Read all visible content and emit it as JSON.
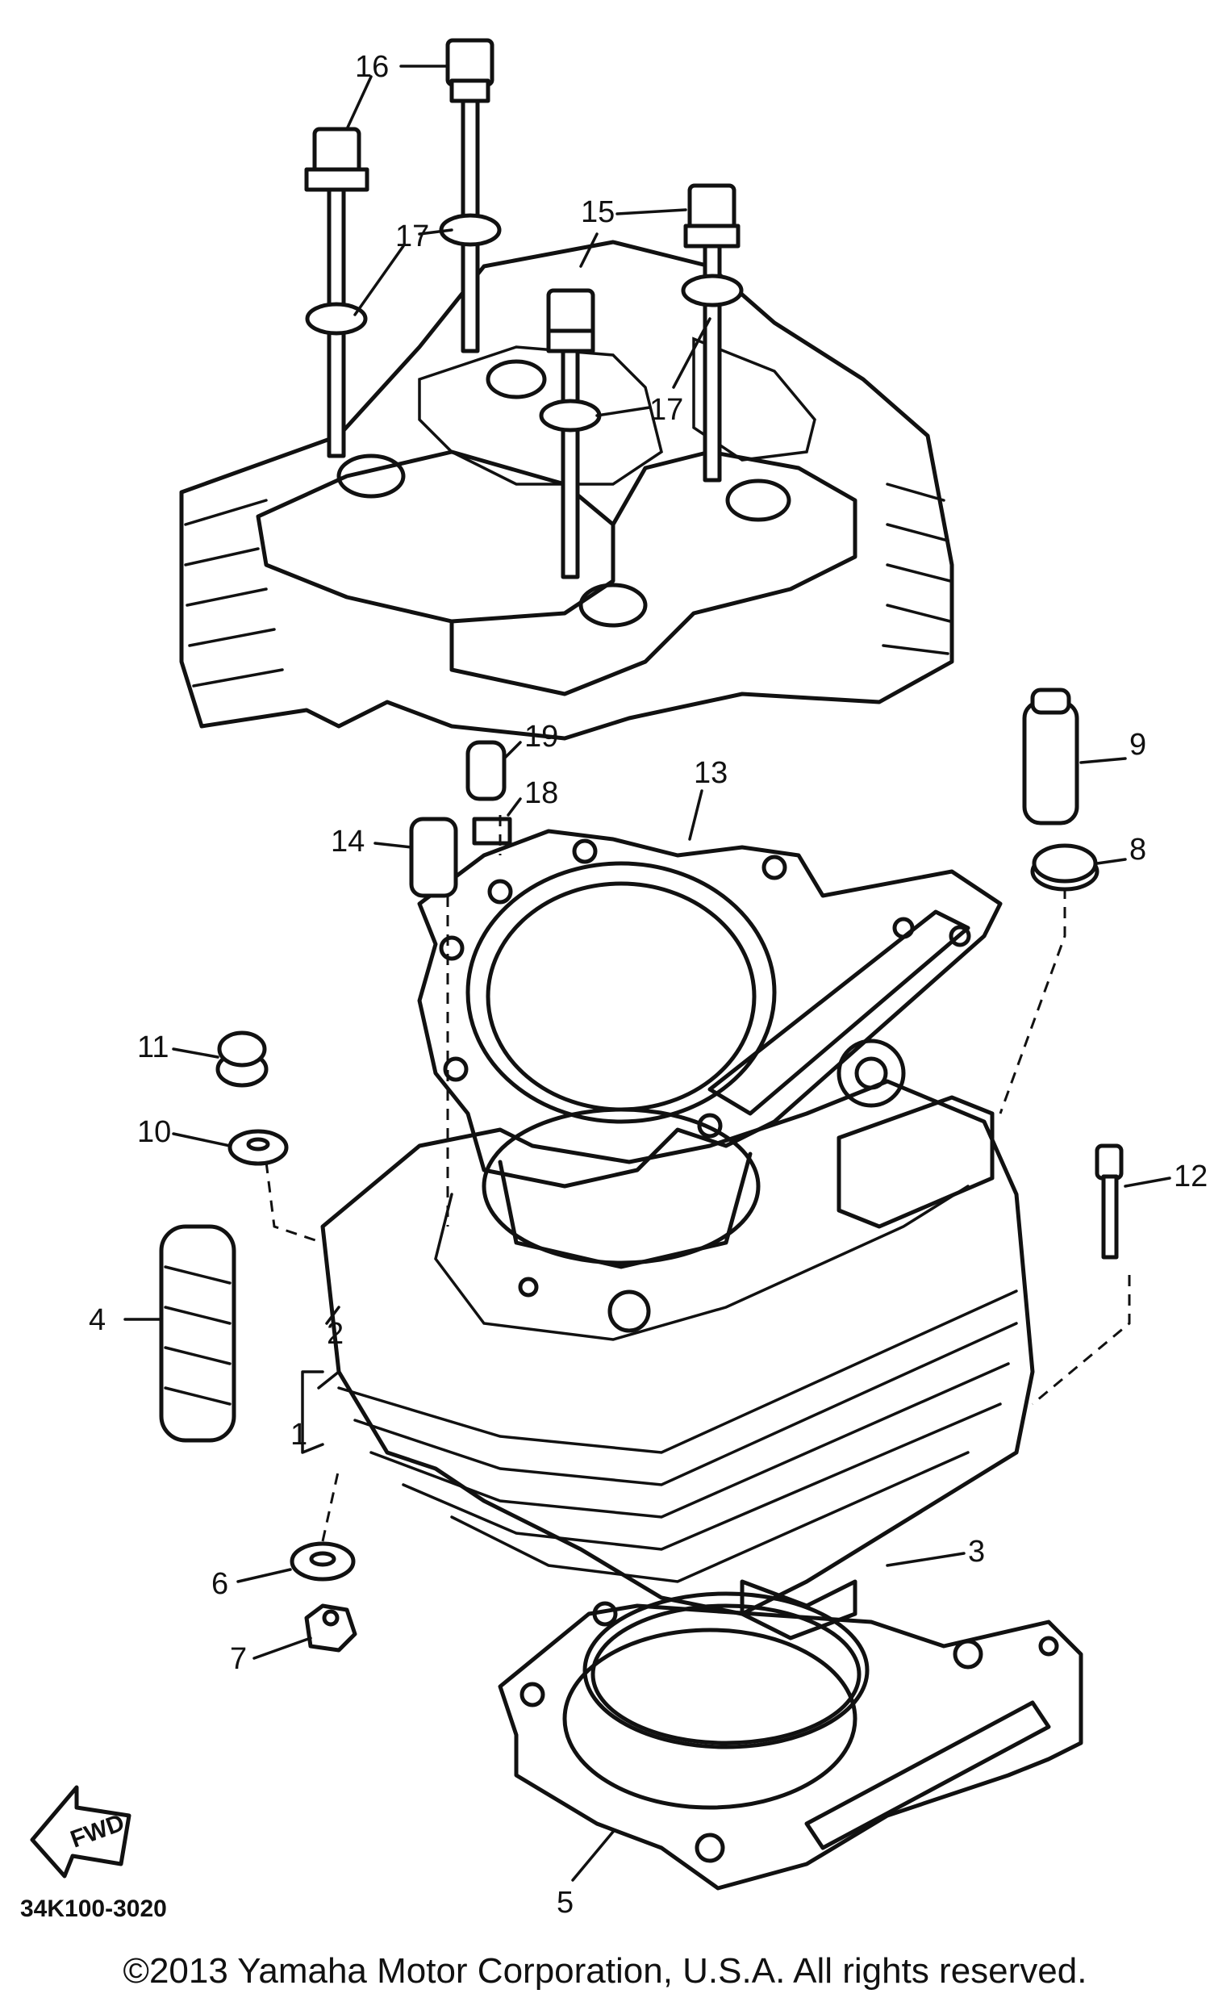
{
  "diagram": {
    "part_code": "34K100-3020",
    "fwd_arrow_label": "FWD",
    "callouts": [
      "1",
      "2",
      "3",
      "4",
      "5",
      "6",
      "7",
      "8",
      "9",
      "10",
      "11",
      "12",
      "13",
      "14",
      "15",
      "16",
      "17",
      "17",
      "17",
      "18",
      "19"
    ]
  },
  "footer": {
    "copyright": "©2013 Yamaha Motor Corporation, U.S.A. All rights reserved."
  }
}
